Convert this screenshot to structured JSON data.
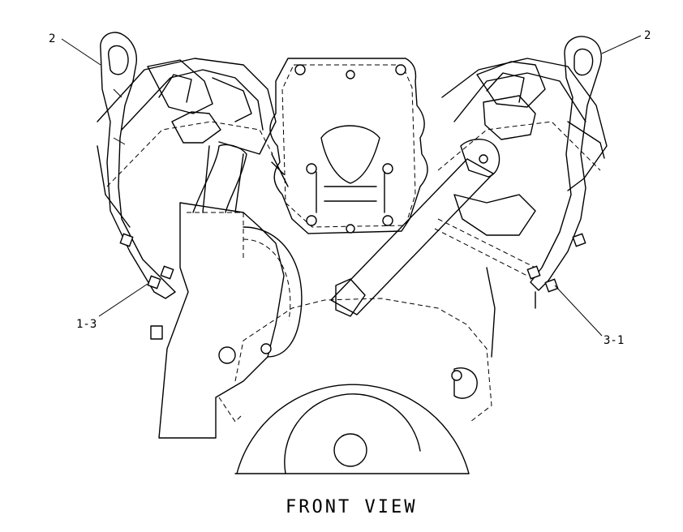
{
  "callouts": {
    "top_left": "2",
    "top_right": "2",
    "left": "1-3",
    "right": "3-1"
  },
  "caption": "FRONT VIEW"
}
